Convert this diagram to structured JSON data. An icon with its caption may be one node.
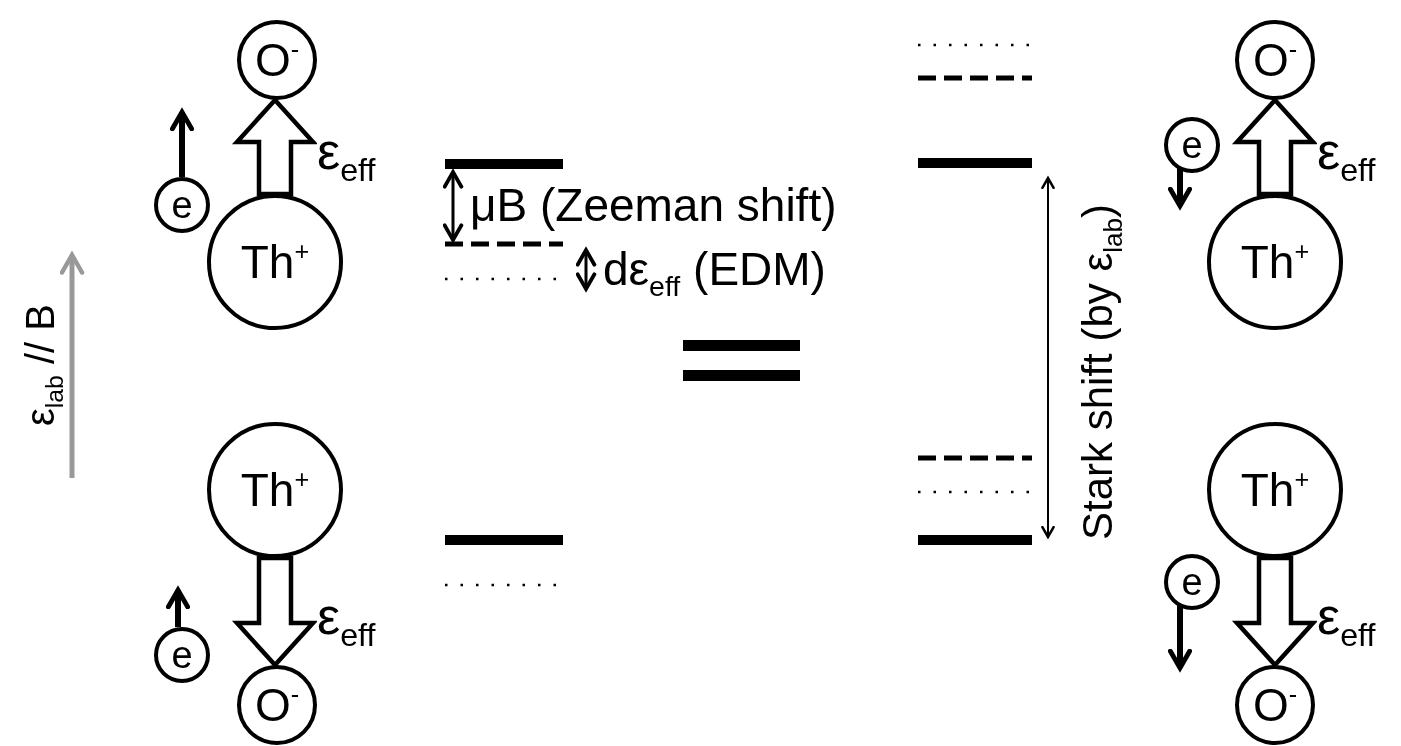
{
  "diagram": {
    "nodes": [
      {
        "text": [
          "O$^{-}$"
        ]
      },
      {
        "text": [
          "e"
        ]
      },
      {
        "text": [
          "Th$^{+}$"
        ]
      },
      {
        "text": [
          "Th$^{+}$"
        ]
      },
      {
        "text": [
          "e"
        ]
      },
      {
        "text": [
          "O$^{-}$"
        ]
      },
      {
        "text": [
          "O$^{-}$"
        ]
      },
      {
        "text": [
          "e"
        ]
      },
      {
        "text": [
          "Th$^{+}$"
        ]
      },
      {
        "text": [
          "Th$^{+}$"
        ]
      },
      {
        "text": [
          "e"
        ]
      },
      {
        "text": [
          "O$^{-}$"
        ]
      }
    ],
    "edges": [
      {
        "from": 2,
        "to": 0,
        "arrow": "to",
        "label": "ε$_{eff}$"
      },
      {
        "from": 3,
        "to": 5,
        "arrow": "to",
        "label": "ε$_{eff}$"
      },
      {
        "from": 8,
        "to": 6,
        "arrow": "to",
        "label": "ε$_{eff}$"
      },
      {
        "from": 9,
        "to": 11,
        "arrow": "to",
        "label": "ε$_{eff}$"
      }
    ],
    "labels": [
      "ε$_{lab}$ // B",
      "μB (Zeeman shift)",
      "dε$_{eff}$ (EDM)",
      "Stark shift (by ε$_{lab}$)"
    ]
  }
}
